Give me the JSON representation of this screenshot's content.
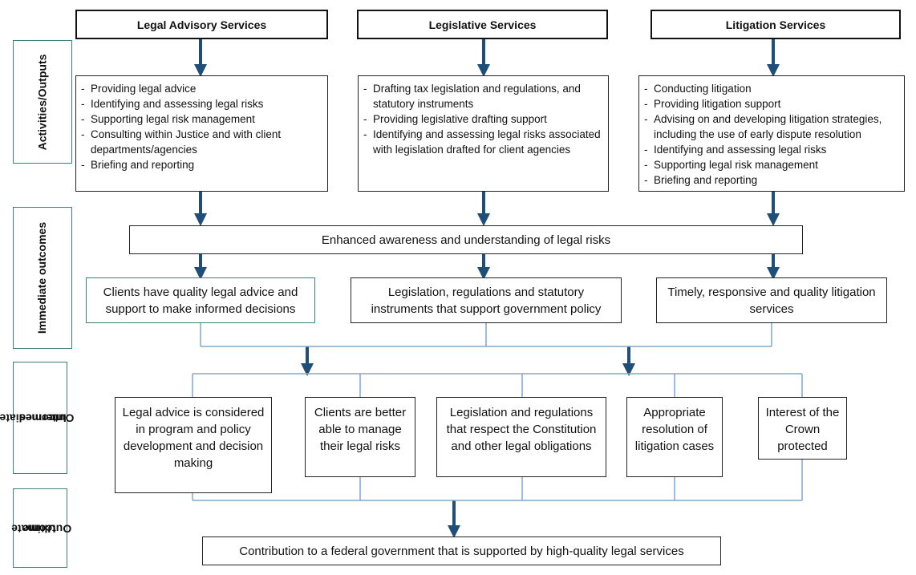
{
  "side_labels": {
    "activities": "Activities/Outputs",
    "immediate": "Immediate outcomes",
    "intermediate": [
      "Intermediate",
      "Outcomes"
    ],
    "ultimate": [
      "Ultimate",
      "Outcome"
    ]
  },
  "headers": {
    "legal_advisory": "Legal Advisory Services",
    "legislative": "Legislative Services",
    "litigation": "Litigation Services"
  },
  "activities": {
    "legal_advisory": [
      "Providing legal advice",
      "Identifying and assessing legal risks",
      "Supporting legal risk management",
      "Consulting within Justice and with client departments/agencies",
      "Briefing and reporting"
    ],
    "legislative": [
      "Drafting tax legislation and regulations, and statutory instruments",
      "Providing legislative drafting support",
      "Identifying and assessing legal risks associated with legislation drafted for client agencies"
    ],
    "litigation": [
      "Conducting litigation",
      "Providing litigation support",
      "Advising on and developing litigation strategies, including the use of early dispute resolution",
      "Identifying and assessing legal risks",
      "Supporting legal risk management",
      "Briefing and reporting"
    ]
  },
  "immediate": {
    "shared": "Enhanced awareness and understanding of legal risks",
    "legal_advisory": "Clients have quality legal advice and support to make informed decisions",
    "legislative": "Legislation, regulations and statutory instruments that support government policy",
    "litigation": "Timely, responsive and quality litigation services"
  },
  "intermediate": [
    "Legal advice is considered in program and policy development and decision making",
    "Clients are better able to manage their legal risks",
    "Legislation and regulations that respect the Constitution and other legal obligations",
    "Appropriate resolution of litigation cases",
    "Interest of the Crown protected"
  ],
  "ultimate": "Contribution to a federal government that is supported by high-quality legal services",
  "colors": {
    "arrow": "#1f4e79",
    "connector": "#7fa8d4",
    "side_border": "#3d7f80"
  }
}
